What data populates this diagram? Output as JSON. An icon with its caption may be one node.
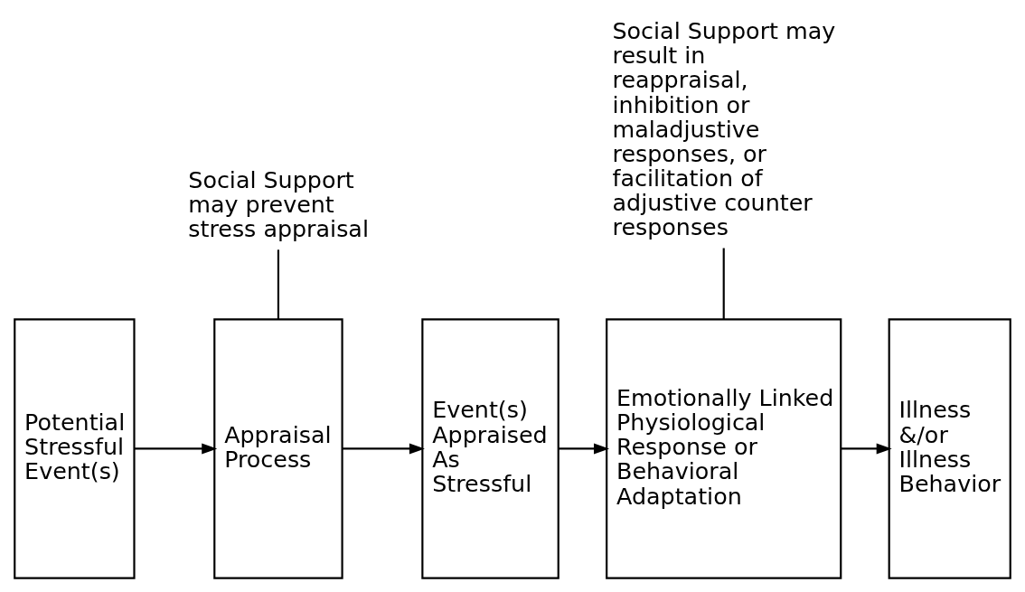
{
  "diagram": {
    "nodes": [
      {
        "text": [
          "Potential Stressful Event(s)"
        ]
      },
      {
        "text": [
          "Appraisal Process"
        ]
      },
      {
        "text": [
          "Event(s) Appraised As Stressful"
        ]
      },
      {
        "text": [
          "Emotionally Linked Physiological Response or Behavioral Adaptation"
        ]
      },
      {
        "text": [
          "Illness &/or Illness Behavior"
        ]
      },
      {
        "text": [
          "Social Support may prevent stress appraisal"
        ]
      },
      {
        "text": [
          "Social Support may result in reappraisal, inhibition or maladjustive responses, or facilitation of adjustive counter responses"
        ]
      }
    ],
    "edges": [
      {
        "from": 0,
        "to": 1,
        "arrow": "to"
      },
      {
        "from": 1,
        "to": 2,
        "arrow": "to"
      },
      {
        "from": 2,
        "to": 3,
        "arrow": "to"
      },
      {
        "from": 3,
        "to": 4,
        "arrow": "to"
      },
      {
        "from": 5,
        "to": 1,
        "arrow": "none"
      },
      {
        "from": 6,
        "to": 3,
        "arrow": "none"
      }
    ]
  }
}
